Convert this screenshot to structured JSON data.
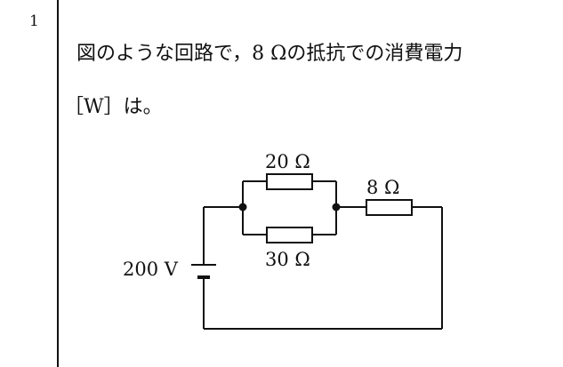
{
  "question": {
    "number": "1",
    "text_line1": "図のような回路で，8 Ωの抵抗での消費電力",
    "text_line2": "［W］は。"
  },
  "circuit": {
    "resistor_top_label": "20 Ω",
    "resistor_bottom_label": "30 Ω",
    "resistor_series_label": "8 Ω",
    "source_label": "200 V"
  },
  "colors": {
    "ink": "#111111",
    "background": "#ffffff"
  }
}
